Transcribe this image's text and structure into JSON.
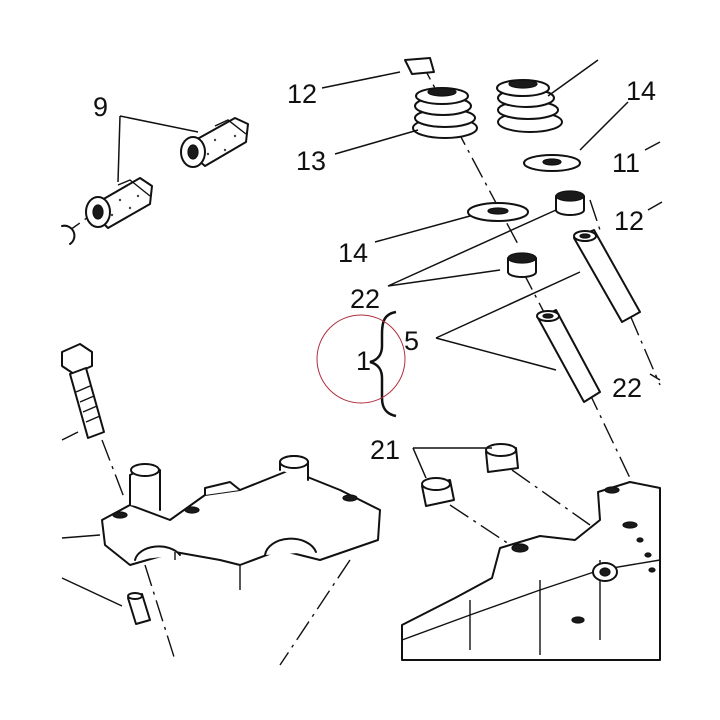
{
  "callouts": {
    "c9": "9",
    "c12a": "12",
    "c13": "13",
    "c14a": "14",
    "c14b": "14",
    "c11": "11",
    "c12b": "12",
    "c22a": "22",
    "c22b": "22",
    "c5": "5",
    "c1": "1",
    "c21": "21"
  },
  "colors": {
    "highlight_circle": "#b03040",
    "ink": "#111111"
  },
  "icons": {
    "group_brace": "curly-brace"
  }
}
